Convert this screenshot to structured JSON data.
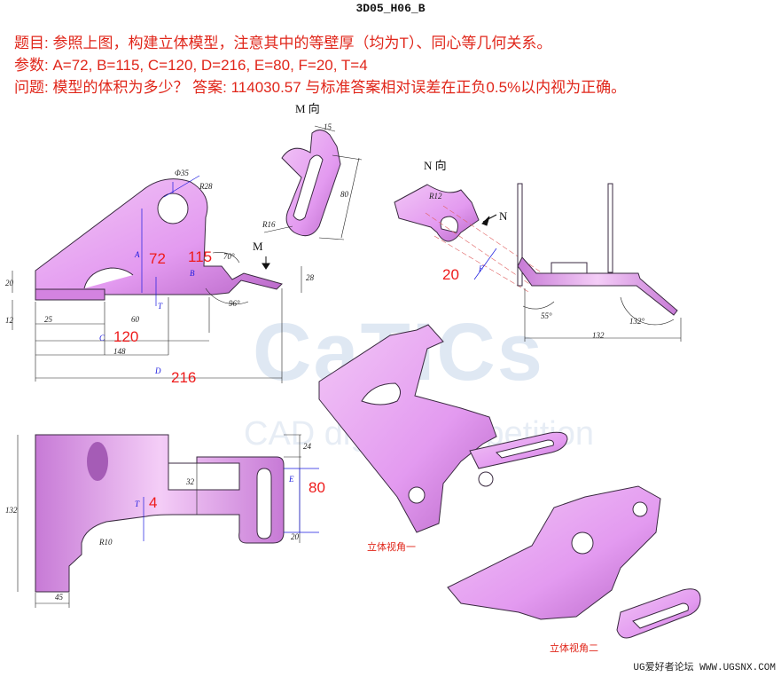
{
  "title": "3D05_H06_B",
  "header_lines": {
    "question": "题目:  参照上图，构建立体模型，注意其中的等壁厚（均为T）、同心等几何关系。",
    "params": "参数:  A=72, B=115, C=120, D=216, E=80, F=20, T=4",
    "answer": "问题:  模型的体积为多少？   答案:  114030.57  与标准答案相对误差在正负0.5%以内视为正确。"
  },
  "view_headings": {
    "m_view": "M 向",
    "n_view": "N 向",
    "m_arrow": "M",
    "n_arrow": "N"
  },
  "param_callouts": {
    "A": "72",
    "B": "115",
    "C": "120",
    "D": "216",
    "E": "80",
    "F": "20",
    "T": "4"
  },
  "dims": {
    "dia35": "Φ35",
    "r28": "R28",
    "a": "A",
    "b": "B",
    "t": "T",
    "c": "C",
    "d": "D",
    "e": "E",
    "f": "F",
    "d20": "20",
    "d12": "12",
    "d25": "25",
    "d60": "60",
    "d148": "148",
    "d28": "28",
    "ang70": "70°",
    "ang96": "96°",
    "m15": "15",
    "m80": "80",
    "r16": "R16",
    "r12": "R12",
    "ang55": "55°",
    "ang132": "132°",
    "d132h": "132",
    "d24": "24",
    "d32": "32",
    "d20b": "20",
    "d132v": "132",
    "r10": "R10",
    "d45": "45"
  },
  "captions": {
    "view1": "立体视角一",
    "view2": "立体视角二"
  },
  "watermark": {
    "main": "CaTICs",
    "sub": "CAD digital competition"
  },
  "footer": "UG爱好者论坛 WWW.UGSNX.COM",
  "colors": {
    "part_fill": "#e39af0",
    "part_stroke": "#3a2a40",
    "dim_line": "#1a1adf",
    "text_red": "#e0261a"
  }
}
